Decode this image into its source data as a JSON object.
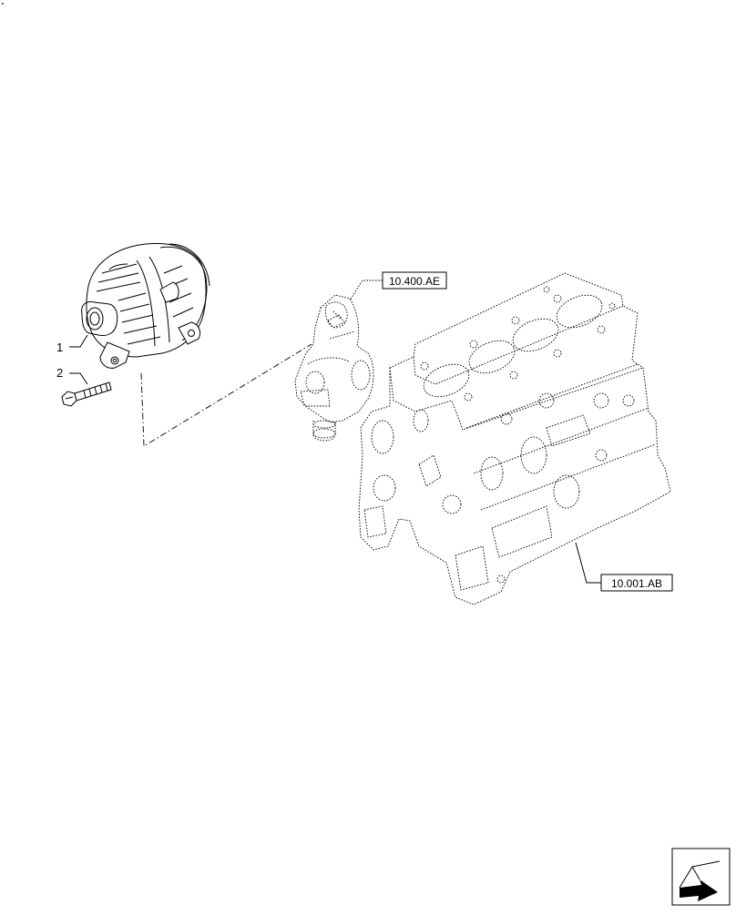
{
  "callouts": {
    "item1": "1",
    "item2": "2",
    "ref_water_pump": "10.400.AE",
    "ref_engine_block": "10.001.AB"
  },
  "icons": {
    "corner_marker": "dot-mark",
    "nav_arrow": "next-page-arrow-icon"
  }
}
